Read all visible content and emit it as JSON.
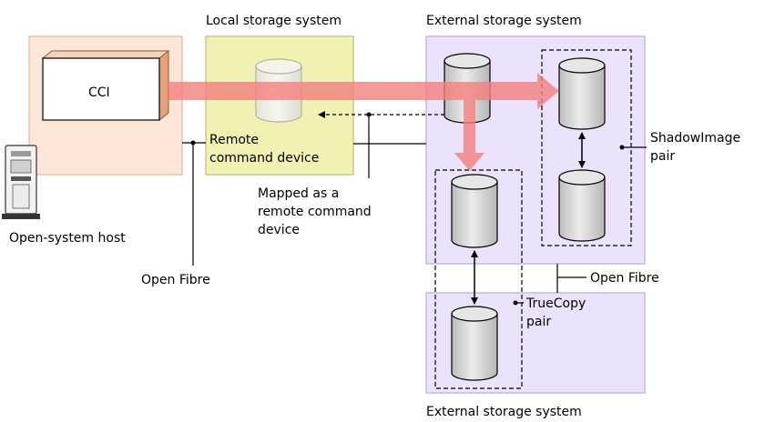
{
  "labels": {
    "local_storage_title": "Local storage system",
    "external_storage_top_title": "External storage system",
    "external_storage_bottom_title": "External storage system",
    "cci": "CCI",
    "remote_cmd_line1": "Remote",
    "remote_cmd_line2": "command device",
    "mapped_line1": "Mapped as a",
    "mapped_line2": "remote command",
    "mapped_line3": "device",
    "open_system_host": "Open-system host",
    "open_fibre_left": "Open Fibre",
    "open_fibre_right": "Open Fibre",
    "shadowimage_line1": "ShadowImage",
    "shadowimage_line2": "pair",
    "truecopy_line1": "TrueCopy",
    "truecopy_line2": "pair"
  },
  "colors": {
    "host_box_fill": "#fbe6d8",
    "host_box_stroke": "#e9c2a8",
    "local_box_fill": "#f1f1b4",
    "local_box_stroke": "#c9c98a",
    "external_box_fill": "#ece2fb",
    "external_box_stroke": "#c9b7e8",
    "big_arrow": "#f47f7f",
    "cylinder_fill": "#d6d6d6"
  },
  "icons": {
    "host": "server-tower-icon",
    "volume": "cylinder-volume-icon"
  }
}
